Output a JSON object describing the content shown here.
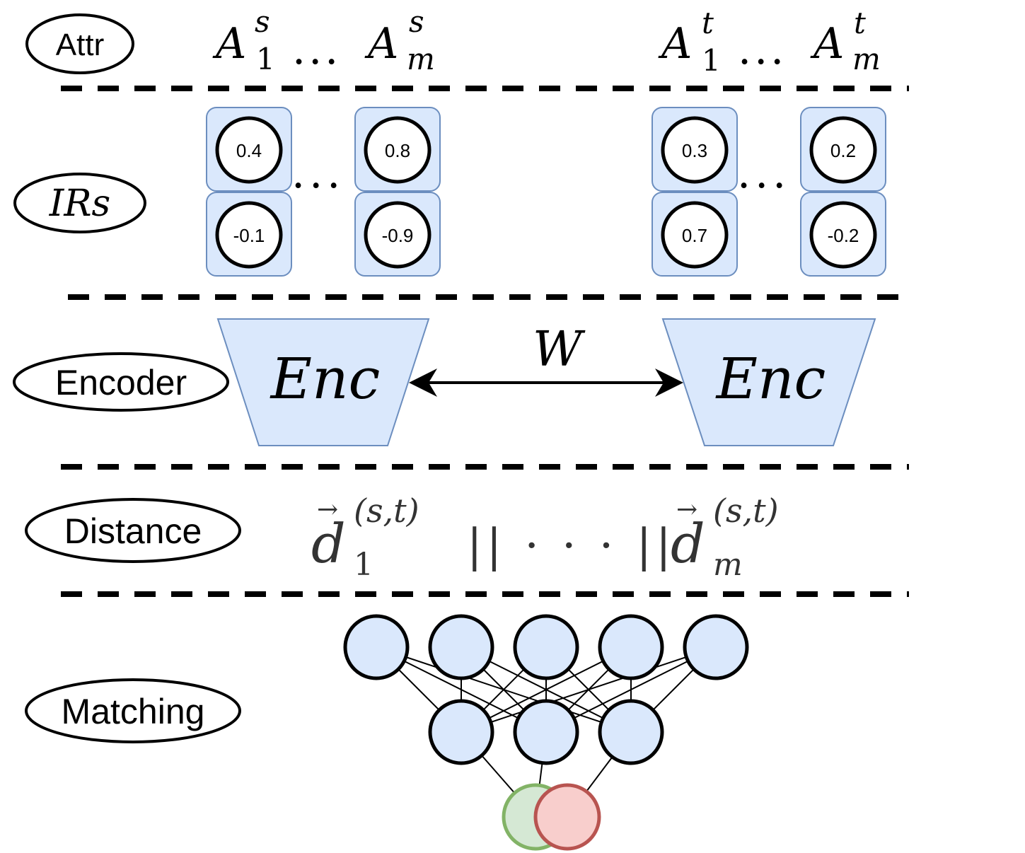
{
  "rows": {
    "attr": "Attr",
    "irs": "IRs",
    "encoder": "Encoder",
    "distance": "Distance",
    "matching": "Matching"
  },
  "attributes": {
    "source_first": {
      "base": "A",
      "sub": "1",
      "sup": "s"
    },
    "source_last": {
      "base": "A",
      "sub": "m",
      "sup": "s"
    },
    "target_first": {
      "base": "A",
      "sub": "1",
      "sup": "t"
    },
    "target_last": {
      "base": "A",
      "sub": "m",
      "sup": "t"
    },
    "ellipsis": "..."
  },
  "irs": {
    "source_first": [
      "0.4",
      "-0.1"
    ],
    "source_last": [
      "0.8",
      "-0.9"
    ],
    "target_first": [
      "0.3",
      "0.7"
    ],
    "target_last": [
      "0.2",
      "-0.2"
    ],
    "ellipsis": "..."
  },
  "encoder": {
    "source_label": "Enc",
    "target_label": "Enc",
    "shared_weights": "W"
  },
  "distance": {
    "first": {
      "base": "d",
      "sub": "1",
      "sup": "(s,t)"
    },
    "separator": "|| · · · ||",
    "last": {
      "base": "d",
      "sub": "m",
      "sup": "(s,t)"
    }
  },
  "matching": {
    "input_nodes": 5,
    "hidden_nodes": 3
  },
  "colors": {
    "box_fill": "#dae8fc",
    "box_stroke": "#6c8ebf",
    "match_fill": "#d5e8d4",
    "match_stroke": "#82b366",
    "nonmatch_fill": "#f8cecc",
    "nonmatch_stroke": "#b85450"
  }
}
